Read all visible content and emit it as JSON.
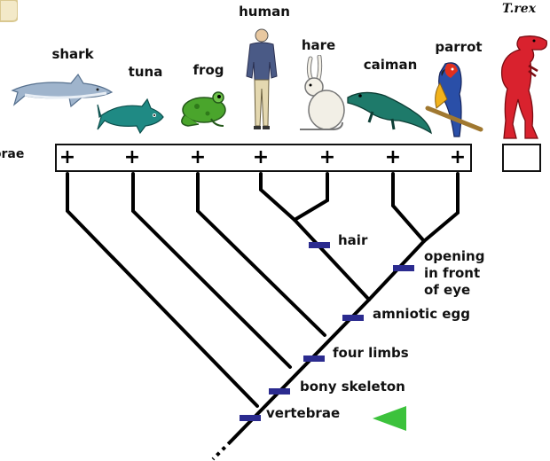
{
  "taxa": [
    {
      "name": "shark"
    },
    {
      "name": "tuna"
    },
    {
      "name": "frog"
    },
    {
      "name": "human"
    },
    {
      "name": "hare"
    },
    {
      "name": "caiman"
    },
    {
      "name": "parrot"
    },
    {
      "name": "T.rex"
    }
  ],
  "row_label": "ebrae",
  "marks": [
    "+",
    "+",
    "+",
    "+",
    "+",
    "+",
    "+"
  ],
  "traits": [
    {
      "label": "vertebrae"
    },
    {
      "label": "bony skeleton"
    },
    {
      "label": "four limbs"
    },
    {
      "label": "amniotic egg"
    },
    {
      "label": "hair"
    },
    {
      "label": "opening\nin front\nof eye"
    }
  ],
  "colors": {
    "trait_bar": "#2b2b8f",
    "pointer": "#3cc23c",
    "trex": "#d9222e",
    "shark": "#9fb4cc",
    "tuna": "#1f8a84",
    "frog": "#4aa52c",
    "caiman": "#1e7a6a"
  },
  "icons": [
    "corner-tab-icon",
    "pointer-arrow-icon"
  ]
}
